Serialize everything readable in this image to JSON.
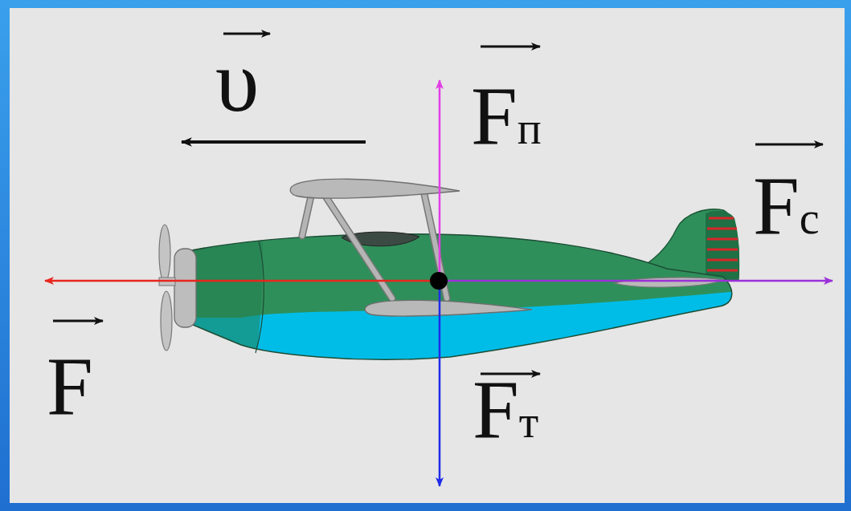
{
  "diagram": {
    "labels": [
      "υ",
      "Fп",
      "Fс",
      "F",
      "Fт"
    ]
  }
}
